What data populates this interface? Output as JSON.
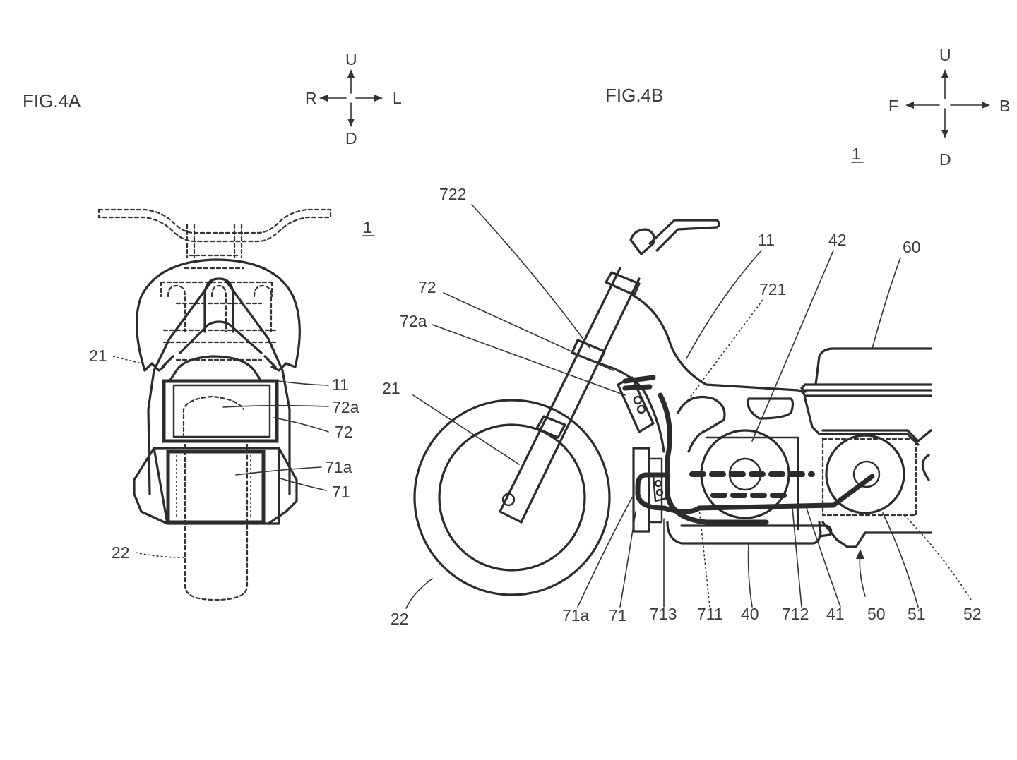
{
  "figures": [
    {
      "id": "fig4a",
      "title": "FIG.4A",
      "view": "front",
      "assembly_ref": "1",
      "orientation": {
        "up": "U",
        "down": "D",
        "left": "R",
        "right": "L"
      },
      "reference_labels": [
        "21",
        "11",
        "72a",
        "72",
        "71a",
        "71",
        "22"
      ]
    },
    {
      "id": "fig4b",
      "title": "FIG.4B",
      "view": "side",
      "assembly_ref": "1",
      "orientation": {
        "up": "U",
        "down": "D",
        "left": "F",
        "right": "B"
      },
      "reference_labels": [
        "722",
        "72",
        "72a",
        "21",
        "11",
        "42",
        "721",
        "60",
        "22",
        "71a",
        "71",
        "713",
        "711",
        "40",
        "712",
        "41",
        "50",
        "51",
        "52"
      ]
    }
  ],
  "labels": {
    "fig4a_title": "FIG.4A",
    "fig4b_title": "FIG.4B",
    "fig4a_ref": "1",
    "fig4b_ref": "1",
    "dir_a_u": "U",
    "dir_a_d": "D",
    "dir_a_r": "R",
    "dir_a_l": "L",
    "dir_b_u": "U",
    "dir_b_d": "D",
    "dir_b_f": "F",
    "dir_b_b": "B",
    "a_21": "21",
    "a_11": "11",
    "a_72a": "72a",
    "a_72": "72",
    "a_71a": "71a",
    "a_71": "71",
    "a_22": "22",
    "b_722": "722",
    "b_72": "72",
    "b_72a": "72a",
    "b_21": "21",
    "b_11": "11",
    "b_42": "42",
    "b_721": "721",
    "b_60": "60",
    "b_22": "22",
    "b_71a": "71a",
    "b_71": "71",
    "b_713": "713",
    "b_711": "711",
    "b_40": "40",
    "b_712": "712",
    "b_41": "41",
    "b_50": "50",
    "b_51": "51",
    "b_52": "52"
  }
}
